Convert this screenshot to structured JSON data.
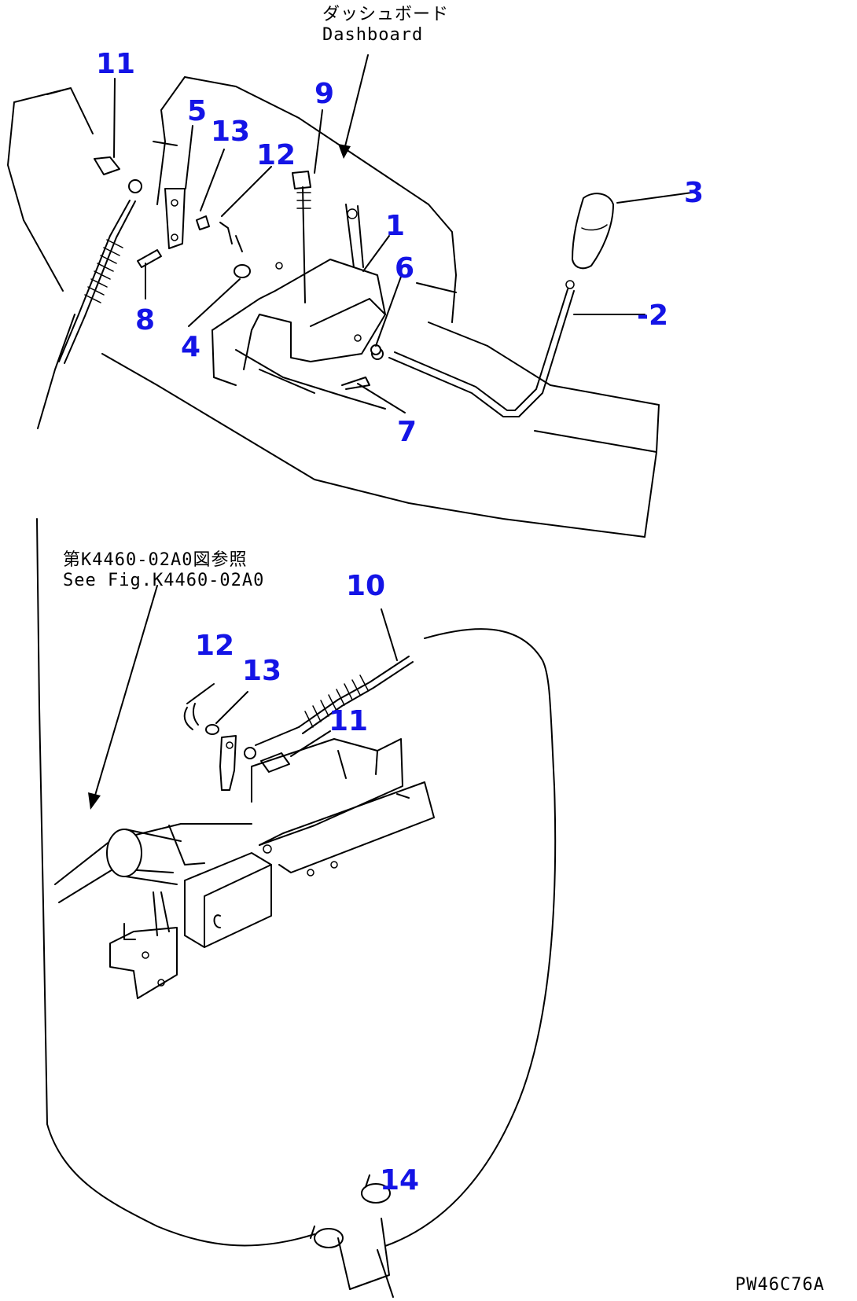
{
  "dashboard_note": {
    "jp": "ダッシュボード",
    "en": "Dashboard"
  },
  "fig_reference": {
    "jp": "第K4460-02A0図参照",
    "en": "See Fig.K4460-02A0"
  },
  "drawing_code": "PW46C76A",
  "callouts": {
    "c11_top": "11",
    "c5": "5",
    "c13_top": "13",
    "c12_top": "12",
    "c9": "9",
    "c3": "3",
    "c1": "1",
    "c6": "6",
    "c2": "-2",
    "c8": "8",
    "c4": "4",
    "c7": "7",
    "c10": "10",
    "c12_bottom": "12",
    "c13_bottom": "13",
    "c11_bottom": "11",
    "c14": "14"
  },
  "colors": {
    "callout": "#1414e6",
    "line": "#000000",
    "background": "#ffffff"
  }
}
